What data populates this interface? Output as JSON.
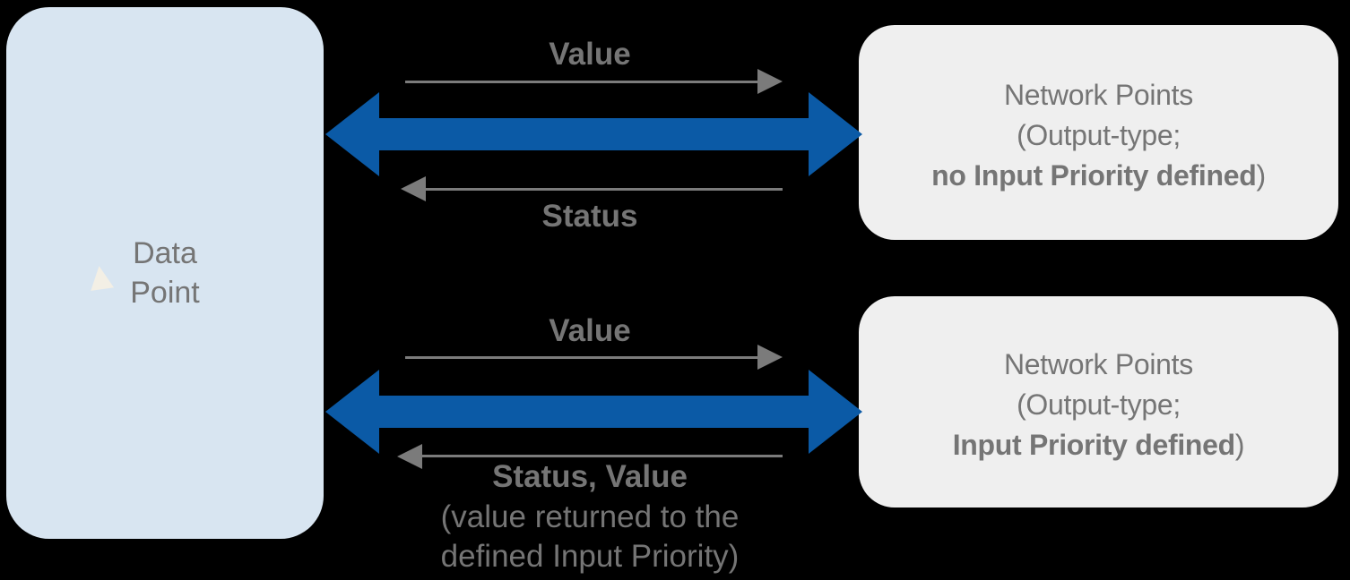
{
  "colors": {
    "background": "#000000",
    "accent_blue": "#0B5AA6",
    "arrow_gray": "#7B7B7B",
    "text_gray": "#757575",
    "data_point_fill": "#D8E5F1",
    "network_box_fill": "#EFEFEF",
    "cursor_fill": "#F3EFE5"
  },
  "data_point_box": {
    "line1": "Data",
    "line2": "Point"
  },
  "network_boxes": [
    {
      "line1": "Network Points",
      "line2": "(Output-type;",
      "line3_bold": "no Input Priority defined",
      "line3_suffix": ")"
    },
    {
      "line1": "Network Points",
      "line2": "(Output-type;",
      "line3_bold": "Input Priority defined",
      "line3_suffix": ")"
    }
  ],
  "flows": [
    {
      "value_label": "Value",
      "status_label": "Status"
    },
    {
      "value_label": "Value",
      "status_label": "Status, Value",
      "note_line1": "(value returned to the",
      "note_line2": "defined Input Priority)"
    }
  ],
  "icons": {
    "cursor_artifact": "▲"
  }
}
